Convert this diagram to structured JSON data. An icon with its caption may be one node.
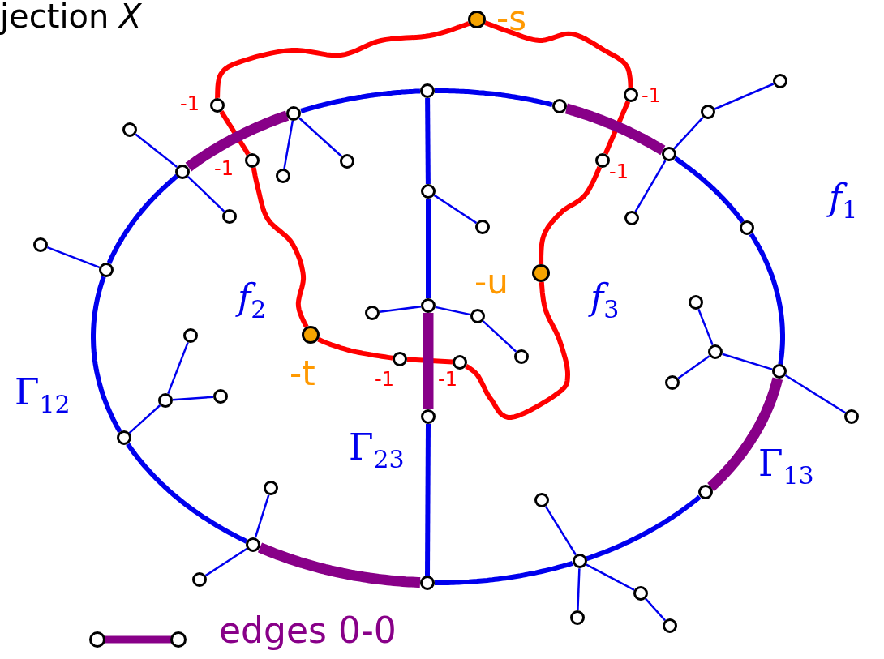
{
  "diagram": {
    "title": "jection *X*",
    "nodes": [
      {
        "text": [],
        "shape": "circle",
        "beside": [
          "-s"
        ]
      },
      {
        "text": [],
        "shape": "circle"
      },
      {
        "text": [],
        "shape": "circle"
      },
      {
        "text": [],
        "shape": "circle",
        "beside": [
          "-1"
        ]
      },
      {
        "text": [],
        "shape": "circle",
        "beside": [
          "-1"
        ]
      },
      {
        "text": [],
        "shape": "circle"
      },
      {
        "text": [],
        "shape": "circle"
      },
      {
        "text": [],
        "shape": "circle"
      },
      {
        "text": [],
        "shape": "circle"
      },
      {
        "text": [],
        "shape": "circle"
      },
      {
        "text": [],
        "shape": "circle",
        "beside": [
          "-1"
        ]
      },
      {
        "text": [],
        "shape": "circle",
        "beside": [
          "-1"
        ]
      },
      {
        "text": [],
        "shape": "circle"
      },
      {
        "text": [],
        "shape": "circle"
      },
      {
        "text": [],
        "shape": "circle"
      },
      {
        "text": [],
        "shape": "circle"
      },
      {
        "text": [],
        "shape": "circle"
      },
      {
        "text": [],
        "shape": "circle"
      },
      {
        "text": [],
        "shape": "circle"
      },
      {
        "text": [],
        "shape": "circle"
      },
      {
        "text": [],
        "shape": "circle"
      },
      {
        "text": [],
        "shape": "circle"
      },
      {
        "text": [],
        "shape": "circle",
        "beside": [
          "-u"
        ]
      },
      {
        "text": [],
        "shape": "circle"
      },
      {
        "text": [],
        "shape": "circle"
      },
      {
        "text": [],
        "shape": "circle"
      },
      {
        "text": [],
        "shape": "circle"
      },
      {
        "text": [],
        "shape": "circle",
        "beside": [
          "-t"
        ]
      },
      {
        "text": [],
        "shape": "circle"
      },
      {
        "text": [],
        "shape": "circle"
      },
      {
        "text": [],
        "shape": "circle"
      },
      {
        "text": [],
        "shape": "circle",
        "beside": [
          "-1"
        ]
      },
      {
        "text": [],
        "shape": "circle",
        "beside": [
          "-1"
        ]
      },
      {
        "text": [],
        "shape": "circle"
      },
      {
        "text": [],
        "shape": "circle"
      },
      {
        "text": [],
        "shape": "circle"
      },
      {
        "text": [],
        "shape": "circle"
      },
      {
        "text": [],
        "shape": "circle"
      },
      {
        "text": [],
        "shape": "circle"
      },
      {
        "text": [],
        "shape": "circle"
      },
      {
        "text": [],
        "shape": "circle"
      },
      {
        "text": [],
        "shape": "circle"
      },
      {
        "text": [],
        "shape": "circle"
      },
      {
        "text": [],
        "shape": "circle"
      },
      {
        "text": [],
        "shape": "circle"
      },
      {
        "text": [],
        "shape": "circle"
      },
      {
        "text": [],
        "shape": "circle"
      },
      {
        "text": [],
        "shape": "circle"
      },
      {
        "text": [],
        "shape": "circle"
      },
      {
        "text": [],
        "shape": "circle"
      }
    ],
    "edges": [
      {
        "from": 2,
        "to": 5,
        "arrow": "none"
      },
      {
        "from": 5,
        "to": 9,
        "arrow": "none",
        "style": "thick",
        "color": "#880088"
      },
      {
        "from": 9,
        "to": 19,
        "arrow": "none"
      },
      {
        "from": 19,
        "to": 33,
        "arrow": "none"
      },
      {
        "from": 33,
        "to": 41,
        "arrow": "none",
        "style": "thick",
        "color": "#880088"
      },
      {
        "from": 41,
        "to": 44,
        "arrow": "none"
      },
      {
        "from": 44,
        "to": 46,
        "arrow": "none"
      },
      {
        "from": 46,
        "to": 43,
        "arrow": "none",
        "style": "thick",
        "color": "#880088"
      },
      {
        "from": 43,
        "to": 39,
        "arrow": "none"
      },
      {
        "from": 39,
        "to": 21,
        "arrow": "none"
      },
      {
        "from": 21,
        "to": 13,
        "arrow": "none"
      },
      {
        "from": 13,
        "to": 7,
        "arrow": "none",
        "style": "thick",
        "color": "#880088"
      },
      {
        "from": 7,
        "to": 2,
        "arrow": "none"
      },
      {
        "from": 2,
        "to": 15,
        "arrow": "none"
      },
      {
        "from": 15,
        "to": 24,
        "arrow": "none"
      },
      {
        "from": 24,
        "to": 37,
        "arrow": "none",
        "style": "thick",
        "color": "#880088"
      },
      {
        "from": 37,
        "to": 46,
        "arrow": "none"
      },
      {
        "from": 4,
        "to": 0,
        "arrow": "none",
        "color": "#ff0000"
      },
      {
        "from": 0,
        "to": 3,
        "arrow": "none",
        "color": "#ff0000"
      },
      {
        "from": 3,
        "to": 11,
        "arrow": "none",
        "color": "#ff0000"
      },
      {
        "from": 11,
        "to": 22,
        "arrow": "none",
        "color": "#ff0000"
      },
      {
        "from": 22,
        "to": 32,
        "arrow": "none",
        "color": "#ff0000"
      },
      {
        "from": 32,
        "to": 31,
        "arrow": "none",
        "color": "#ff0000"
      },
      {
        "from": 31,
        "to": 27,
        "arrow": "none",
        "color": "#ff0000"
      },
      {
        "from": 27,
        "to": 10,
        "arrow": "none",
        "color": "#ff0000"
      },
      {
        "from": 10,
        "to": 4,
        "arrow": "none",
        "color": "#ff0000"
      },
      {
        "from": 7,
        "to": 14,
        "arrow": "none"
      },
      {
        "from": 7,
        "to": 12,
        "arrow": "none"
      },
      {
        "from": 13,
        "to": 8,
        "arrow": "none"
      },
      {
        "from": 13,
        "to": 16,
        "arrow": "none"
      },
      {
        "from": 9,
        "to": 6,
        "arrow": "none"
      },
      {
        "from": 6,
        "to": 1,
        "arrow": "none"
      },
      {
        "from": 9,
        "to": 17,
        "arrow": "none"
      },
      {
        "from": 21,
        "to": 20,
        "arrow": "none"
      },
      {
        "from": 15,
        "to": 18,
        "arrow": "none"
      },
      {
        "from": 24,
        "to": 25,
        "arrow": "none"
      },
      {
        "from": 24,
        "to": 26,
        "arrow": "none"
      },
      {
        "from": 26,
        "to": 30,
        "arrow": "none"
      },
      {
        "from": 39,
        "to": 36,
        "arrow": "none"
      },
      {
        "from": 36,
        "to": 28,
        "arrow": "none"
      },
      {
        "from": 36,
        "to": 35,
        "arrow": "none"
      },
      {
        "from": 29,
        "to": 23,
        "arrow": "none"
      },
      {
        "from": 29,
        "to": 34,
        "arrow": "none"
      },
      {
        "from": 29,
        "to": 33,
        "arrow": "none"
      },
      {
        "from": 33,
        "to": 38,
        "arrow": "none"
      },
      {
        "from": 43,
        "to": 40,
        "arrow": "none"
      },
      {
        "from": 43,
        "to": 45,
        "arrow": "none"
      },
      {
        "from": 44,
        "to": 42,
        "arrow": "none"
      },
      {
        "from": 44,
        "to": 48,
        "arrow": "none"
      },
      {
        "from": 44,
        "to": 47,
        "arrow": "none"
      },
      {
        "from": 47,
        "to": 49,
        "arrow": "none"
      }
    ],
    "labels": [
      "*f*$_{1}$",
      "*f*$_{2}$",
      "*f*$_{3}$",
      "Γ$_{12}$",
      "Γ$_{23}$",
      "Γ$_{13}$"
    ],
    "legend": [
      {
        "text": "edges 0-0"
      }
    ]
  }
}
